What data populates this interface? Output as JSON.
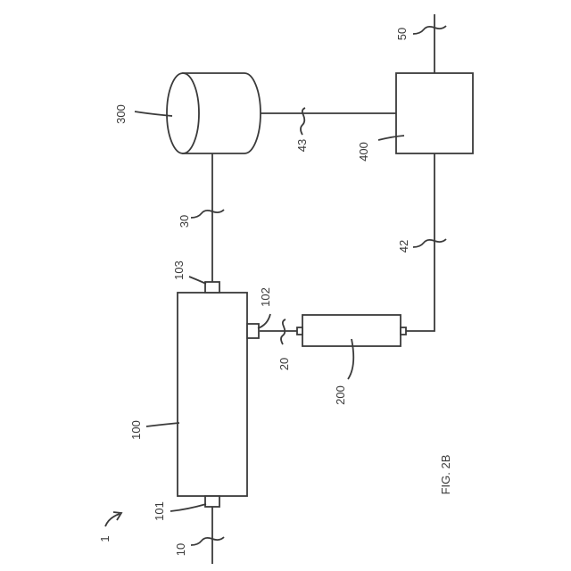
{
  "figure": {
    "caption": "FIG. 2B",
    "system_label": "1",
    "components": {
      "c100": "100",
      "c101": "101",
      "c102": "102",
      "c103": "103",
      "c200": "200",
      "c300": "300",
      "c400": "400"
    },
    "lines": {
      "l10": "10",
      "l20": "20",
      "l30": "30",
      "l42": "42",
      "l43": "43",
      "l50": "50"
    }
  }
}
